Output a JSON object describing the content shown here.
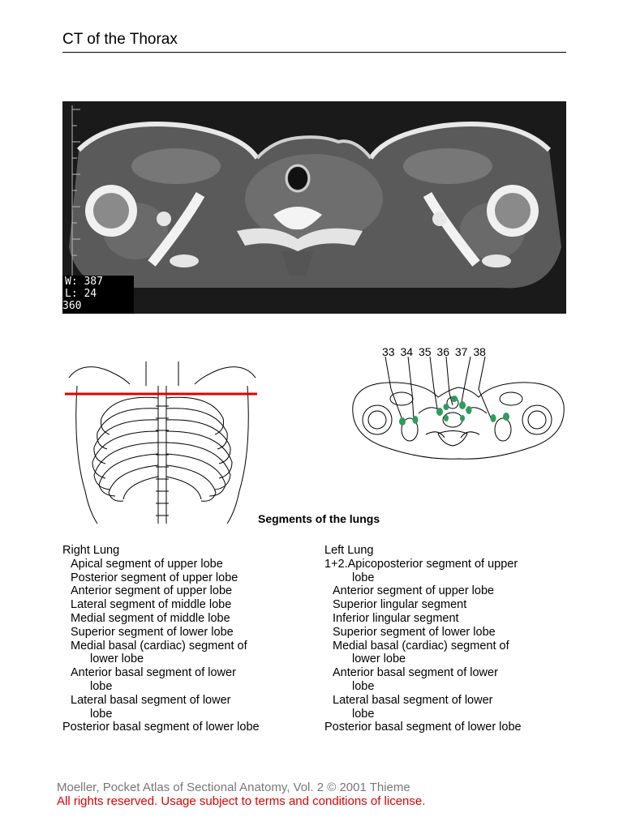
{
  "page": {
    "title": "CT of the Thorax"
  },
  "ct_scan": {
    "window_label": "W: 387",
    "level_label": "L: 24",
    "code_label": "360"
  },
  "diagram": {
    "reference_numbers": [
      "33",
      "34",
      "35",
      "36",
      "37",
      "38"
    ],
    "marker_color": "#2e9c5c",
    "line_color": "#e00000"
  },
  "segments": {
    "heading": "Segments of the lungs",
    "right_lung": {
      "title": "Right Lung",
      "lines": [
        "Apical segment of upper lobe",
        "Posterior segment of upper lobe",
        "Anterior segment of upper lobe",
        "Lateral segment of middle lobe",
        "Medial segment of middle lobe",
        "Superior segment of lower lobe",
        "Medial basal (cardiac) segment of",
        "lower lobe",
        "Anterior basal segment of lower",
        "lobe",
        "Lateral basal segment of lower",
        "lobe",
        "Posterior basal segment of lower lobe"
      ]
    },
    "left_lung": {
      "title": "Left Lung",
      "lines": [
        "1+2.Apicoposterior segment of upper",
        "lobe",
        "Anterior segment of upper lobe",
        "Superior lingular segment",
        "Inferior lingular segment",
        "Superior segment of lower lobe",
        "Medial basal (cardiac) segment of",
        "lower lobe",
        "Anterior basal segment of lower",
        "lobe",
        "Lateral basal segment of lower",
        "lobe",
        "Posterior basal segment of lower lobe"
      ]
    }
  },
  "footer": {
    "credit": "Moeller, Pocket Atlas of Sectional Anatomy, Vol. 2 © 2001 Thieme",
    "license": "All rights reserved. Usage subject to terms and conditions of license."
  }
}
